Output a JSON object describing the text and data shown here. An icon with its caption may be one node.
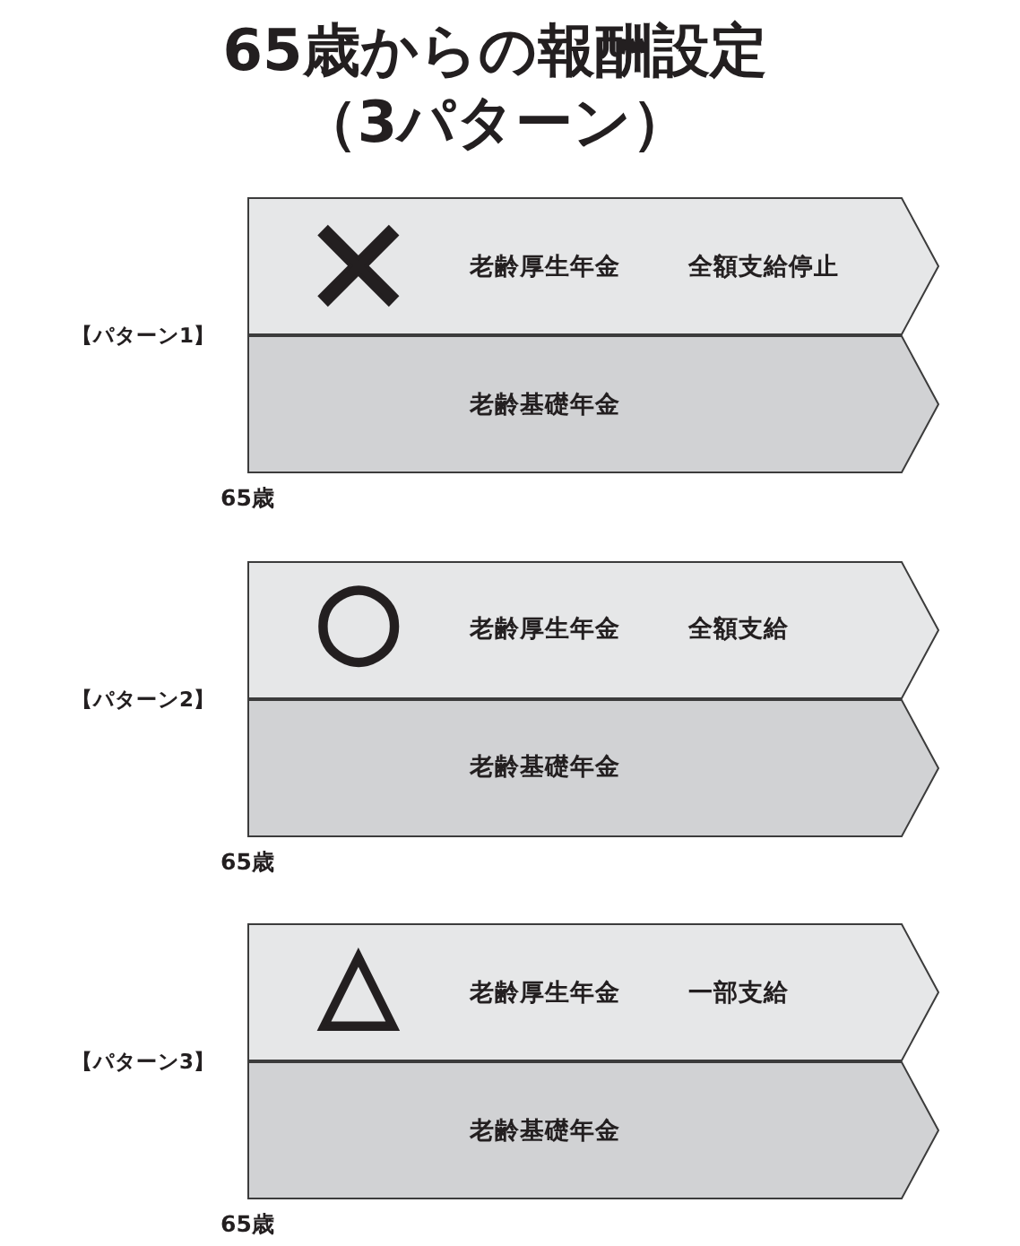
{
  "diagram": {
    "title": "65歳からの報酬設定（3パターン）",
    "nodes": [
      {
        "text": [
          "×",
          "老齢厚生年金",
          "全額支給停止"
        ]
      },
      {
        "text": [
          "老齢基礎年金"
        ]
      },
      {
        "text": [
          "○",
          "老齢厚生年金",
          "全額支給"
        ]
      },
      {
        "text": [
          "老齢基礎年金"
        ]
      },
      {
        "text": [
          "△",
          "老齢厚生年金",
          "一部支給"
        ]
      },
      {
        "text": [
          "老齢基礎年金"
        ]
      }
    ],
    "labels": [
      "【パターン1】",
      "65歳",
      "【パターン2】",
      "65歳",
      "【パターン3】",
      "65歳"
    ]
  }
}
